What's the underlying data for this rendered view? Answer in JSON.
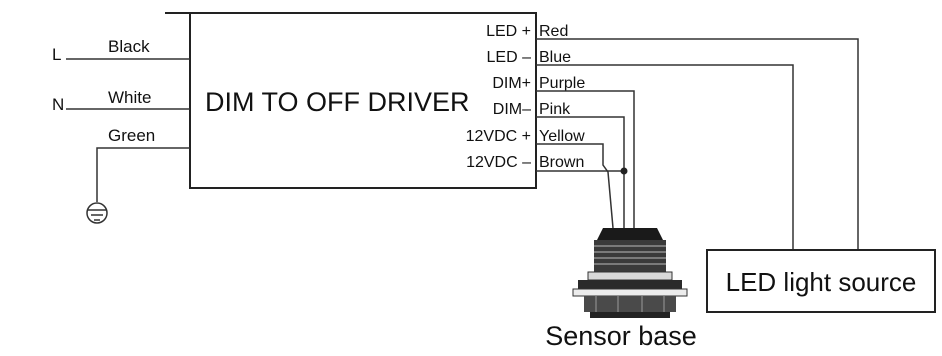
{
  "driver": {
    "title": "DIM TO OFF DRIVER"
  },
  "inputs": {
    "L": {
      "terminal": "L",
      "wire": "Black"
    },
    "N": {
      "terminal": "N",
      "wire": "White"
    },
    "ground": {
      "wire": "Green"
    }
  },
  "outputs": [
    {
      "pin": "LED +",
      "wire": "Red"
    },
    {
      "pin": "LED –",
      "wire": "Blue"
    },
    {
      "pin": "DIM+",
      "wire": "Purple"
    },
    {
      "pin": "DIM–",
      "wire": "Pink"
    },
    {
      "pin": "12VDC +",
      "wire": "Yellow"
    },
    {
      "pin": "12VDC –",
      "wire": "Brown"
    }
  ],
  "led_source": {
    "label": "LED light source"
  },
  "sensor": {
    "label": "Sensor base"
  },
  "icons": {
    "ground": "ground-icon",
    "sensor": "sensor-base-icon"
  }
}
